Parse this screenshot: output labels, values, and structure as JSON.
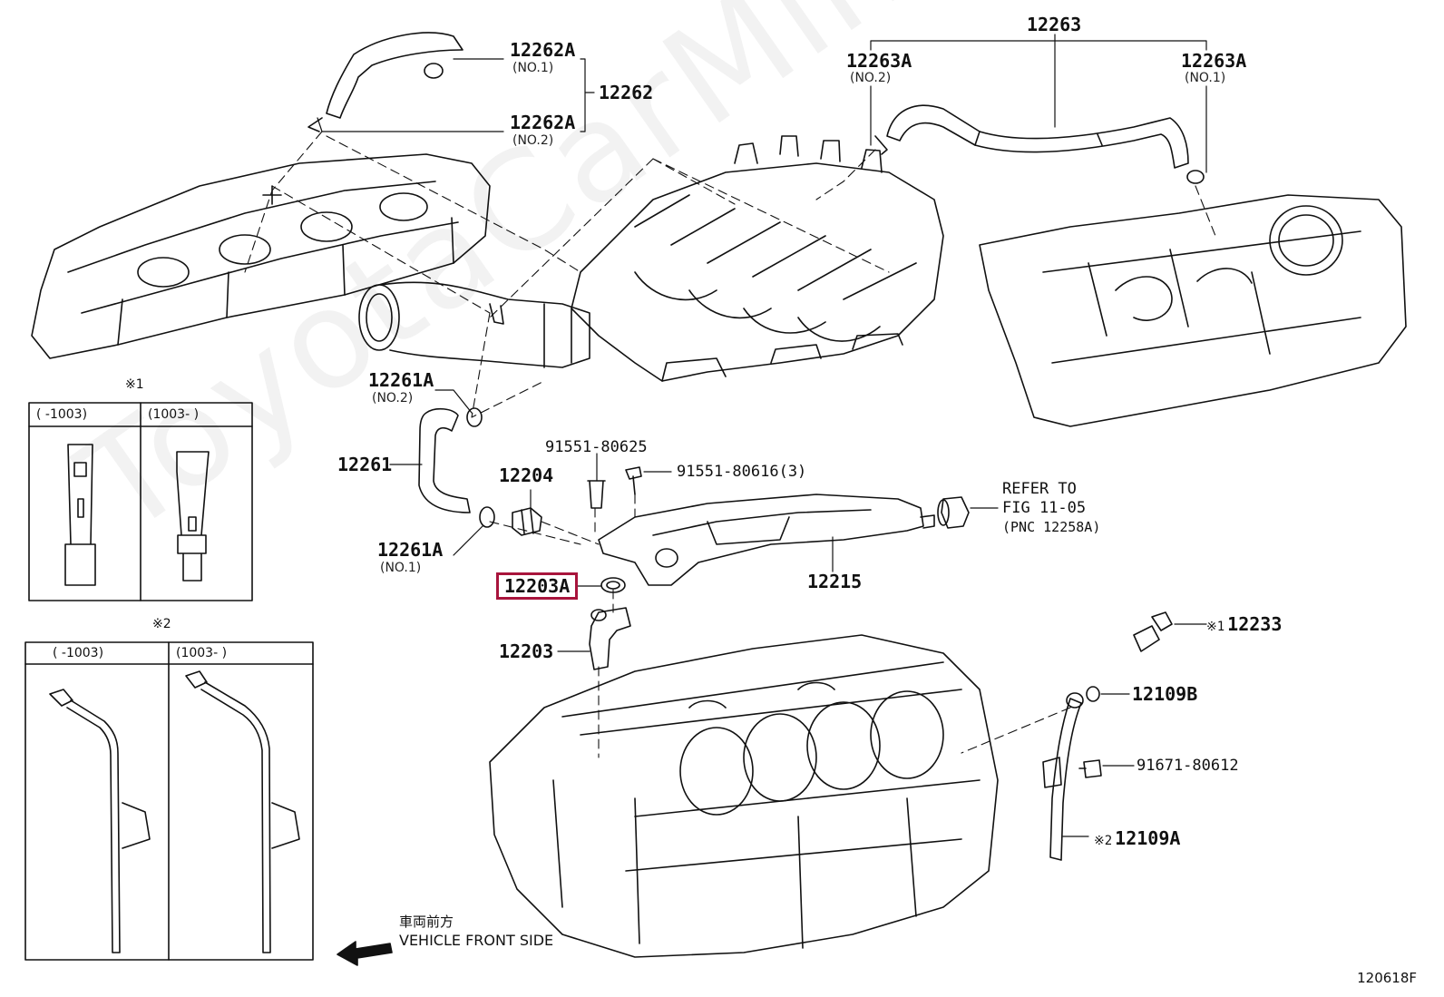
{
  "watermark": "ToyotaCarMine.ru",
  "labels": {
    "p12263": "12263",
    "p12263a_left": "12263A",
    "p12263a_left_sub": "(NO.2)",
    "p12263a_right": "12263A",
    "p12263a_right_sub": "(NO.1)",
    "p12262a_top": "12262A",
    "p12262a_top_sub": "(NO.1)",
    "p12262": "12262",
    "p12262a_bot": "12262A",
    "p12262a_bot_sub": "(NO.2)",
    "p12261a_top": "12261A",
    "p12261a_top_sub": "(NO.2)",
    "p12261": "12261",
    "p12261a_bot": "12261A",
    "p12261a_bot_sub": "(NO.1)",
    "p12204": "12204",
    "p91551_80625": "91551-80625",
    "p91551_80616": "91551-80616(3)",
    "refer_line1": "REFER TO",
    "refer_line2": "FIG 11-05",
    "refer_line3": "(PNC 12258A)",
    "p12215": "12215",
    "p12203a": "12203A",
    "p12203": "12203",
    "p12233": "12233",
    "p12233_mark": "※1",
    "p12109b": "12109B",
    "p91671_80612": "91671-80612",
    "p12109a": "12109A",
    "p12109a_mark": "※2"
  },
  "inset1": {
    "mark": "※1",
    "col_left": "(     -1003)",
    "col_right": "(1003-     )"
  },
  "inset2": {
    "mark": "※2",
    "col_left": "(     -1003)",
    "col_right": "(1003-     )"
  },
  "front": {
    "jp": "車両前方",
    "en": "VEHICLE FRONT SIDE"
  },
  "fig_code": "120618F",
  "colors": {
    "line": "#111111",
    "highlight": "#a8143c"
  }
}
